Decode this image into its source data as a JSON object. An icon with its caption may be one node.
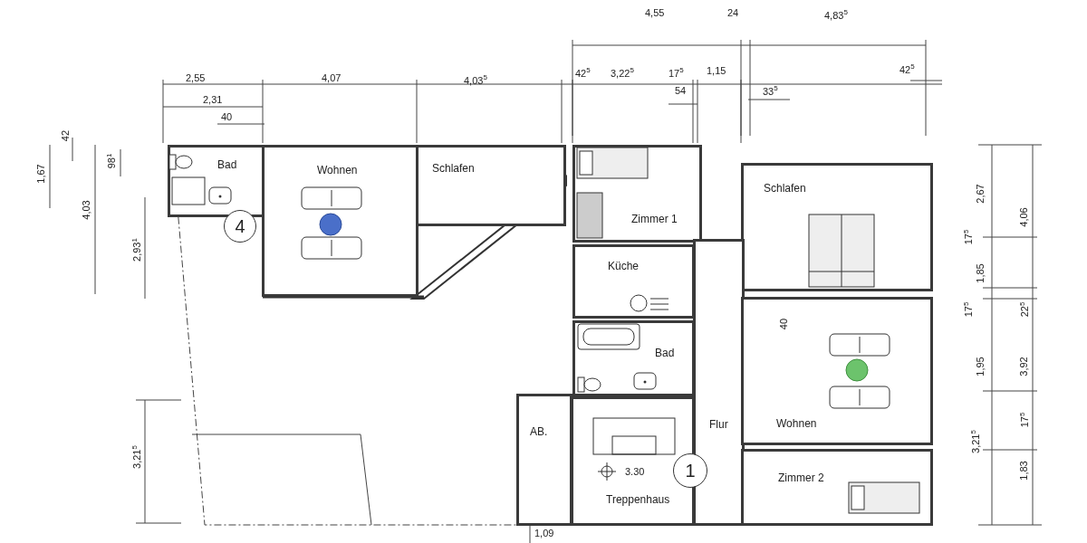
{
  "diagram": {
    "nodes": [
      {
        "text": [
          "Bad"
        ]
      },
      {
        "text": [
          "4"
        ]
      },
      {
        "text": [
          "Wohnen"
        ]
      },
      {
        "text": [
          "Schlafen"
        ]
      },
      {
        "text": [
          "Zimmer 1"
        ]
      },
      {
        "text": [
          "Schlafen"
        ]
      },
      {
        "text": [
          "Küche"
        ]
      },
      {
        "text": [
          "Bad"
        ]
      },
      {
        "text": [
          "AB."
        ]
      },
      {
        "text": [
          "Flur"
        ]
      },
      {
        "text": [
          "Wohnen"
        ]
      },
      {
        "text": [
          "1"
        ]
      },
      {
        "text": [
          "Treppenhaus"
        ]
      },
      {
        "text": [
          "Zimmer 2"
        ]
      }
    ],
    "labels": [
      "4,55",
      "24",
      "4,83$^{5}$",
      "2,55",
      "4,07",
      "4,03$^{5}$",
      "42$^{5}$",
      "3,22$^{5}$",
      "17$^{5}$",
      "1,15",
      "42$^{5}$",
      "2,31",
      "54",
      "33$^{5}$",
      "40",
      "42",
      "1,67",
      "98$^{1}$",
      "4,03",
      "2,93$^{1}$",
      "2,67",
      "4,06",
      "17$^{5}$",
      "1,85",
      "17$^{5}$",
      "22$^{5}$",
      "40",
      "1,95",
      "3,92",
      "17$^{5}$",
      "3,21$^{5}$",
      "1,83",
      "3,21$^{5}$",
      "3.30",
      "1,09"
    ]
  }
}
